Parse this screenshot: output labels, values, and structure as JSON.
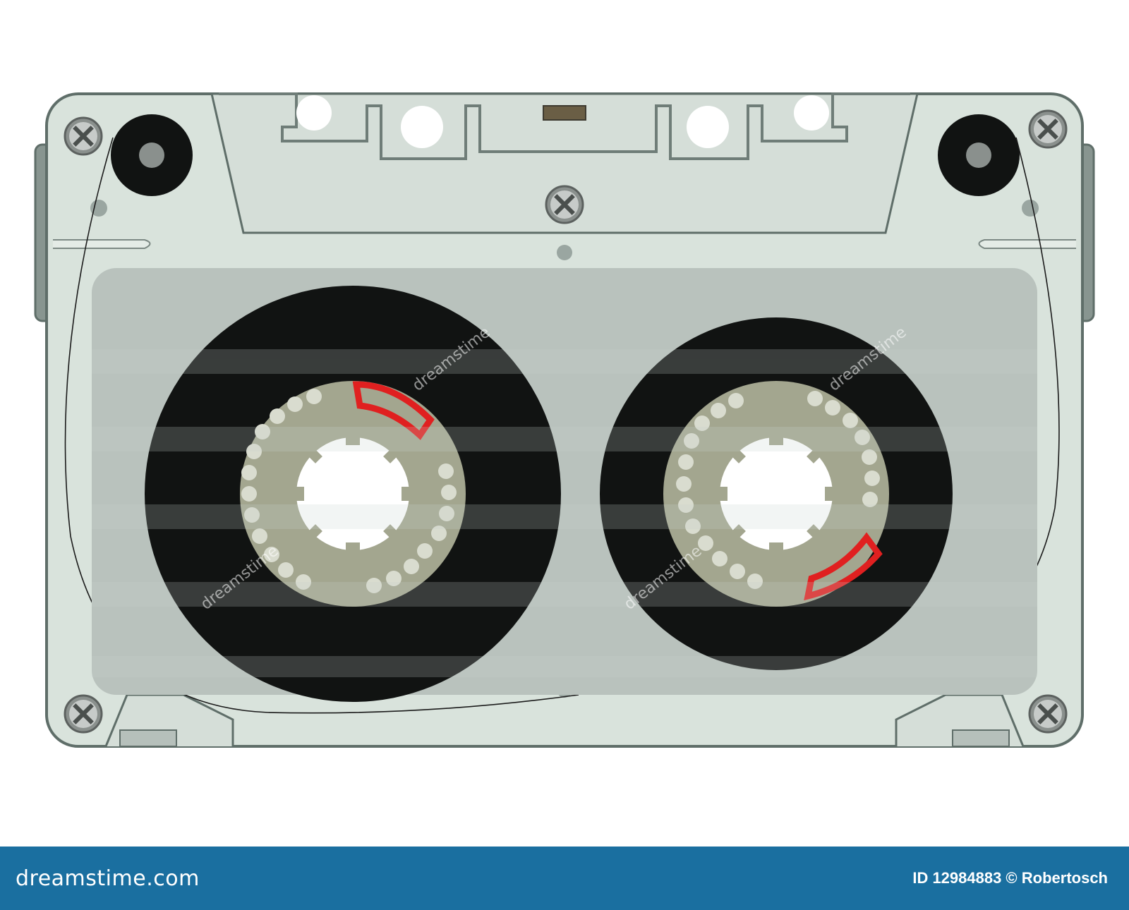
{
  "artwork": {
    "subject": "compact-cassette-tape",
    "colors": {
      "shell": "#d9e3dc",
      "shell_outline": "#5f6e69",
      "window": "#b9c2bd",
      "tape": "#111312",
      "hub": "#a3a68f",
      "hub_dots": "#d9dccf",
      "leader_tape": "#e02020",
      "screw": "#8a908d"
    }
  },
  "watermark_text": "dreamstime",
  "footer": {
    "brand": "dreamstime.com",
    "image_id": "ID 12984883 © Robertosch",
    "background_color": "#1a6fa0"
  }
}
